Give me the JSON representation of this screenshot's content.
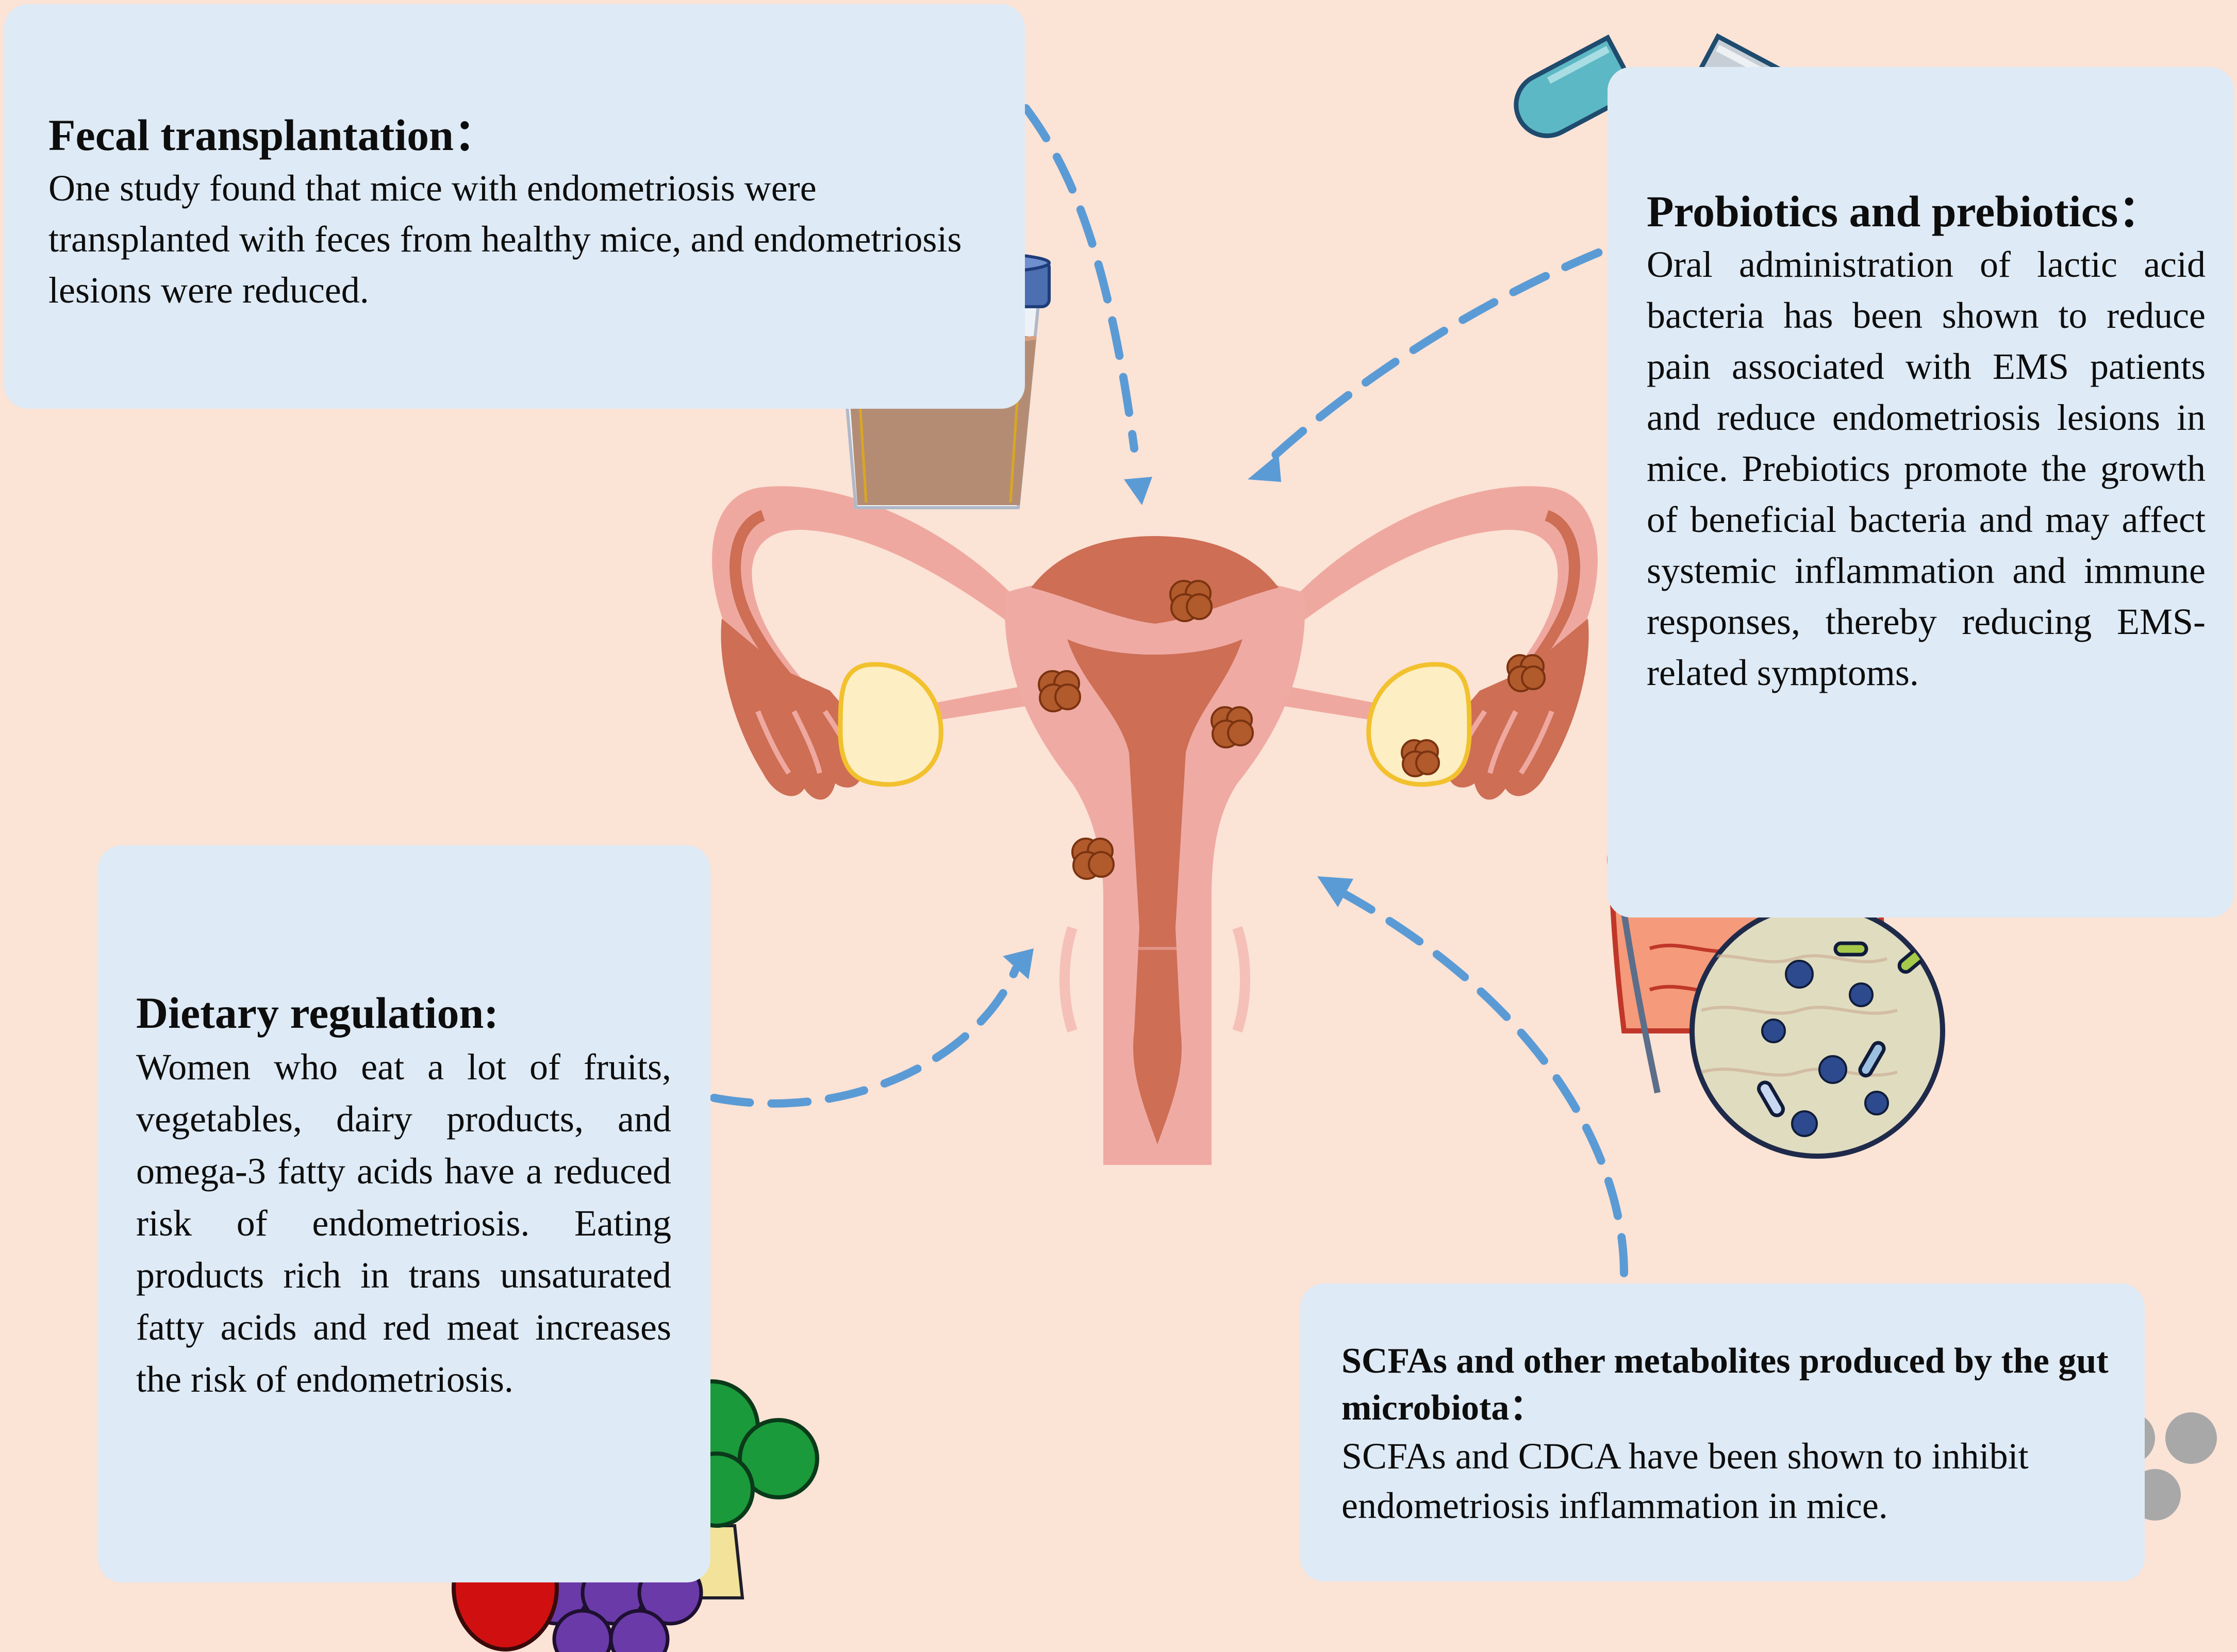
{
  "colors": {
    "background": "#fbe3d6",
    "box_fill": "#deeaf5",
    "arrow": "#5b9bd5",
    "uterus_dark": "#cd6e55",
    "uterus_light": "#efaaa3",
    "lesion": "#b15a2c",
    "ovary": "#fdeec3"
  },
  "fecal": {
    "title": "Fecal transplantation：",
    "body": "One study found that mice with endometriosis were transplanted with feces from healthy mice, and endometriosis lesions were reduced."
  },
  "probiotics": {
    "title": "Probiotics and prebiotics：",
    "body": "Oral administration of lactic acid bacteria has been shown to reduce pain associated with EMS patients and reduce endometriosis lesions in mice. Prebiotics promote the growth of beneficial bacteria and may affect systemic inflammation and immune responses, thereby reducing EMS-related symptoms."
  },
  "dietary": {
    "title": "Dietary regulation:",
    "body": "Women who eat a lot of fruits, vegetables, dairy products, and omega-3 fatty acids have a reduced risk of endometriosis. Eating products rich in trans unsaturated fatty acids and red meat increases the risk of endometriosis."
  },
  "scfa": {
    "title": "SCFAs and other metabolites produced by the gut microbiota：",
    "body": "SCFAs and CDCA have been shown to inhibit endometriosis inflammation in mice."
  },
  "icons": {
    "uterus": "uterus-illustration",
    "feces_cup": "stool-sample-cup-icon",
    "capsule": "probiotic-capsule-icon",
    "intestine": "intestine-with-microbiota-icon",
    "food": "fruit-vegetable-icon",
    "metabolites": "metabolite-dots-icon"
  }
}
